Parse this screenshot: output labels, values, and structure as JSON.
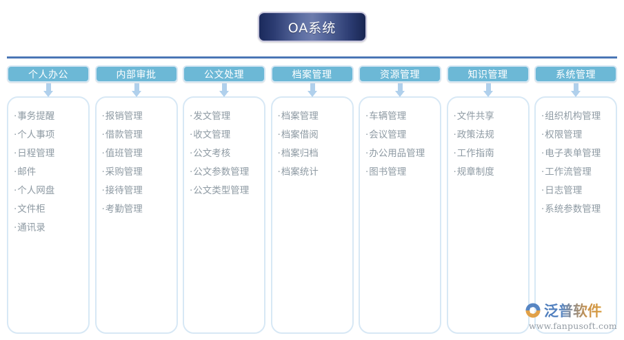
{
  "title": {
    "text": "OA系统"
  },
  "colors": {
    "header_fill": "#6CB8D6",
    "header_border": "#D4E6F3",
    "arrow": "#B0D0EC",
    "body_border": "#D7E8F5",
    "item_text": "#8E9AA3",
    "divider": "#4A76B5",
    "title_gradient_dark": "#1B2A5C",
    "title_gradient_light": "#6D7CAD"
  },
  "columns": [
    {
      "header": "个人办公",
      "items": [
        "事务提醒",
        "个人事项",
        "日程管理",
        "邮件",
        "个人网盘",
        "文件柜",
        "通讯录"
      ]
    },
    {
      "header": "内部审批",
      "items": [
        "报销管理",
        "借款管理",
        "值班管理",
        "采购管理",
        "接待管理",
        "考勤管理"
      ]
    },
    {
      "header": "公文处理",
      "items": [
        "发文管理",
        "收文管理",
        "公文考核",
        "公文参数管理",
        "公文类型管理"
      ]
    },
    {
      "header": "档案管理",
      "items": [
        "档案管理",
        "档案借阅",
        "档案归档",
        "档案统计"
      ]
    },
    {
      "header": "资源管理",
      "items": [
        "车辆管理",
        "会议管理",
        "办公用品管理",
        "图书管理"
      ]
    },
    {
      "header": "知识管理",
      "items": [
        "文件共享",
        "政策法规",
        "工作指南",
        "规章制度"
      ]
    },
    {
      "header": "系统管理",
      "items": [
        "组织机构管理",
        "权限管理",
        "电子表单管理",
        "工作流管理",
        "日志管理",
        "系统参数管理"
      ]
    }
  ],
  "watermark": {
    "brand": "泛普软件",
    "url": "www.fanpusoft.com"
  },
  "bullet": "·"
}
